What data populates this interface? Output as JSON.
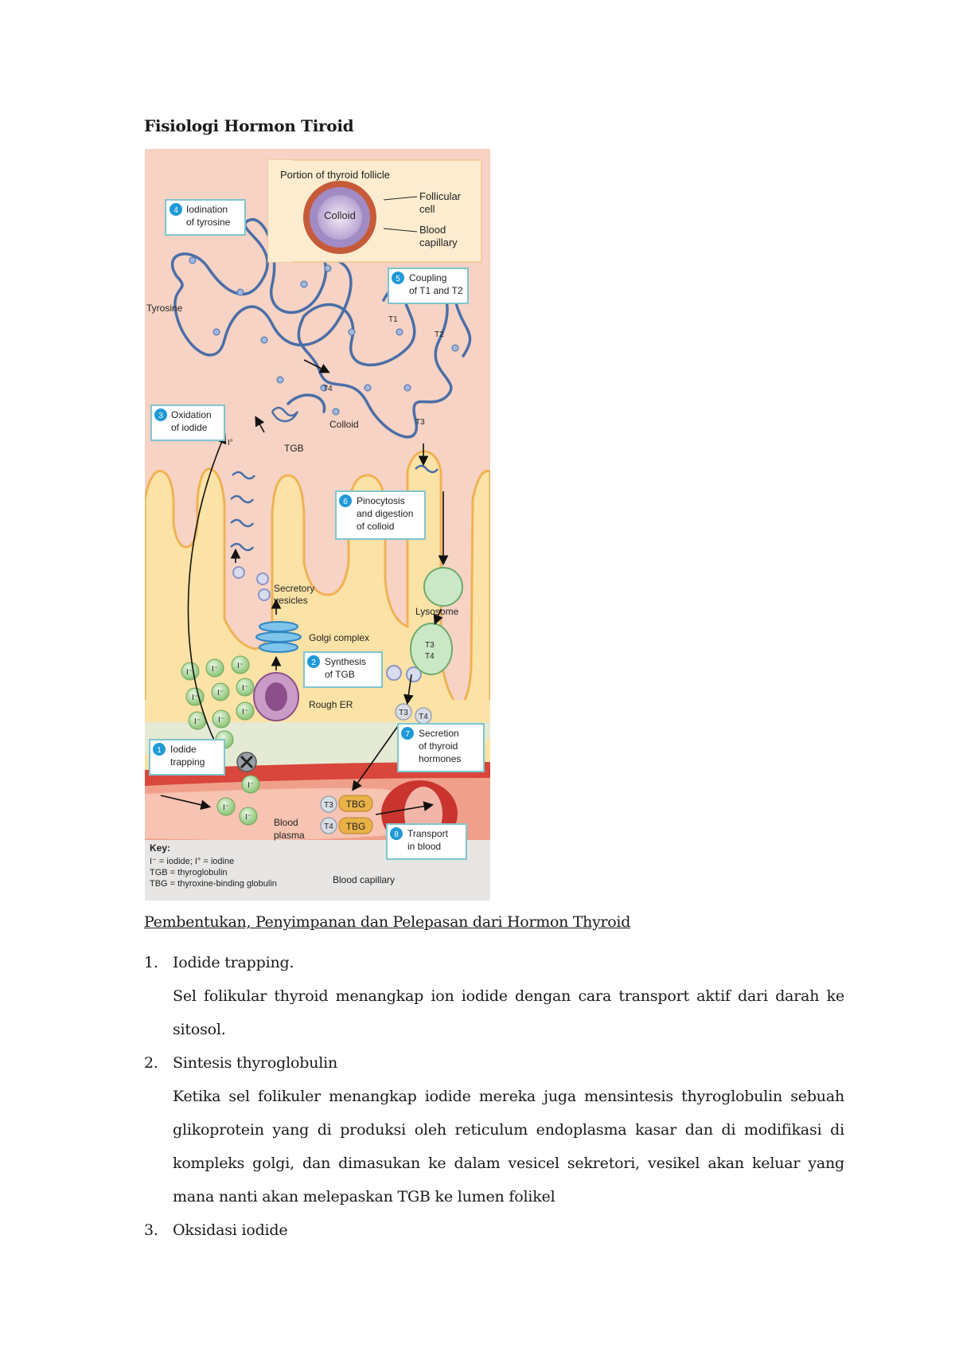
{
  "document": {
    "title": "Fisiologi Hormon Tiroid",
    "section_heading": "Pembentukan, Penyimpanan dan Pelepasan dari Hormon Thyroid",
    "items": [
      {
        "number": "1.",
        "title": "Iodide trapping.",
        "description": "Sel folikular thyroid menangkap ion iodide dengan cara transport aktif dari darah ke sitosol."
      },
      {
        "number": "2.",
        "title": "Sintesis thyroglobulin",
        "description": "Ketika sel folikuler menangkap iodide mereka juga mensintesis thyroglobulin sebuah glikoprotein yang di produksi oleh reticulum endoplasma kasar dan di modifikasi di kompleks golgi, dan dimasukan ke dalam vesicel sekretori, vesikel akan keluar yang mana nanti akan melepaskan TGB ke lumen folikel"
      },
      {
        "number": "3.",
        "title": "Oksidasi iodide",
        "description": ""
      }
    ]
  },
  "figure": {
    "inset_title": "Portion of thyroid follicle",
    "inset_colloid": "Colloid",
    "inset_follicular_1": "Follicular",
    "inset_follicular_2": "cell",
    "inset_blood_1": "Blood",
    "inset_blood_2": "capillary",
    "steps": [
      {
        "num": "1",
        "line1": "Iodide",
        "line2": "trapping",
        "line3": ""
      },
      {
        "num": "2",
        "line1": "Synthesis",
        "line2": "of TGB",
        "line3": ""
      },
      {
        "num": "3",
        "line1": "Oxidation",
        "line2": "of iodide",
        "line3": ""
      },
      {
        "num": "4",
        "line1": "Iodination",
        "line2": "of tyrosine",
        "line3": ""
      },
      {
        "num": "5",
        "line1": "Coupling",
        "line2": "of T1 and T2",
        "line3": ""
      },
      {
        "num": "6",
        "line1": "Pinocytosis",
        "line2": "and digestion",
        "line3": "of colloid"
      },
      {
        "num": "7",
        "line1": "Secretion",
        "line2": "of thyroid",
        "line3": "hormones"
      },
      {
        "num": "8",
        "line1": "Transport",
        "line2": "in blood",
        "line3": ""
      }
    ],
    "labels": {
      "tyrosine": "Tyrosine",
      "colloid": "Colloid",
      "tgb": "TGB",
      "secretory_1": "Secretory",
      "secretory_2": "vesicles",
      "golgi": "Golgi complex",
      "rough_er": "Rough ER",
      "lysosome": "Lysosome",
      "blood_1": "Blood",
      "blood_2": "plasma",
      "blood_capillary": "Blood capillary",
      "tbg": "TBG",
      "t1": "T1",
      "t2": "T2",
      "t3": "T3",
      "t4": "T4",
      "iodide_ion": "I⁻",
      "iodine": "I°"
    },
    "key": {
      "title": "Key:",
      "line1": "I⁻ = iodide; I° = iodine",
      "line2": "TGB = thyroglobulin",
      "line3": "TBG = thyroxine-binding globulin"
    }
  },
  "colors": {
    "lumen": "#f6d3c4",
    "cell": "#fbe2a6",
    "capillary": "#d9463b",
    "callout_border": "#7fc6cf",
    "step_circle": "#1f9ad6",
    "iodide_ball": "#b9dfa6",
    "strand": "#4a6ea8"
  }
}
